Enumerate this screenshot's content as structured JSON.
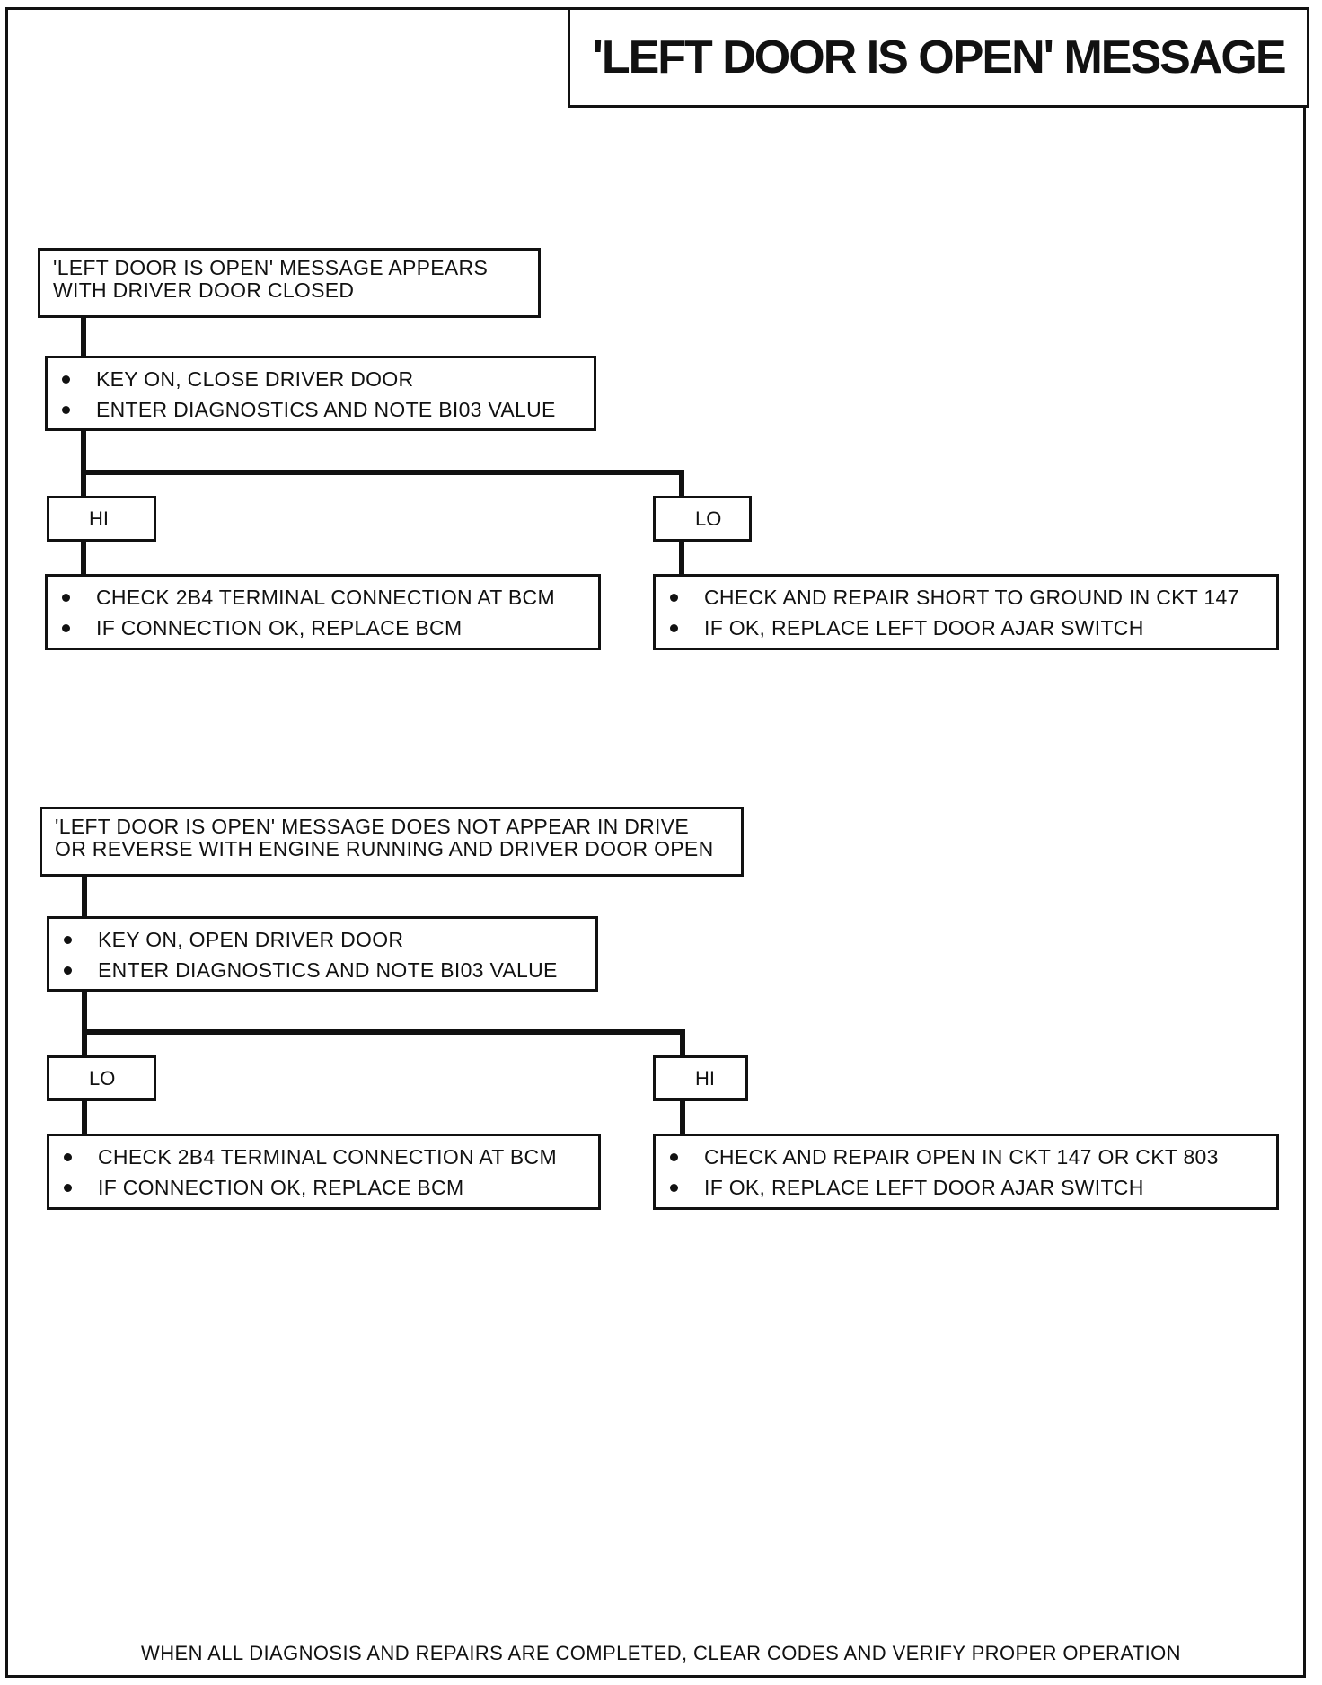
{
  "title": "'LEFT DOOR IS OPEN' MESSAGE",
  "section1": {
    "condition": [
      "'LEFT DOOR IS OPEN' MESSAGE APPEARS",
      "WITH DRIVER DOOR CLOSED"
    ],
    "steps": [
      "KEY ON, CLOSE DRIVER DOOR",
      "ENTER DIAGNOSTICS AND NOTE BI03 VALUE"
    ],
    "left_branch": {
      "label": "HI",
      "actions": [
        "CHECK 2B4 TERMINAL CONNECTION AT BCM",
        "IF CONNECTION OK, REPLACE BCM"
      ]
    },
    "right_branch": {
      "label": "LO",
      "actions": [
        "CHECK AND REPAIR SHORT TO GROUND IN CKT 147",
        "IF OK, REPLACE LEFT DOOR AJAR SWITCH"
      ]
    }
  },
  "section2": {
    "condition": [
      "'LEFT DOOR IS OPEN' MESSAGE DOES NOT APPEAR IN DRIVE",
      "OR REVERSE WITH ENGINE RUNNING AND DRIVER DOOR OPEN"
    ],
    "steps": [
      "KEY ON, OPEN DRIVER DOOR",
      "ENTER DIAGNOSTICS AND NOTE BI03 VALUE"
    ],
    "left_branch": {
      "label": "LO",
      "actions": [
        "CHECK 2B4 TERMINAL CONNECTION AT BCM",
        "IF CONNECTION OK, REPLACE BCM"
      ]
    },
    "right_branch": {
      "label": "HI",
      "actions": [
        "CHECK AND REPAIR OPEN IN CKT 147 OR CKT 803",
        "IF OK, REPLACE LEFT DOOR AJAR SWITCH"
      ]
    }
  },
  "footer": "WHEN ALL DIAGNOSIS AND REPAIRS ARE COMPLETED, CLEAR CODES AND VERIFY PROPER OPERATION"
}
